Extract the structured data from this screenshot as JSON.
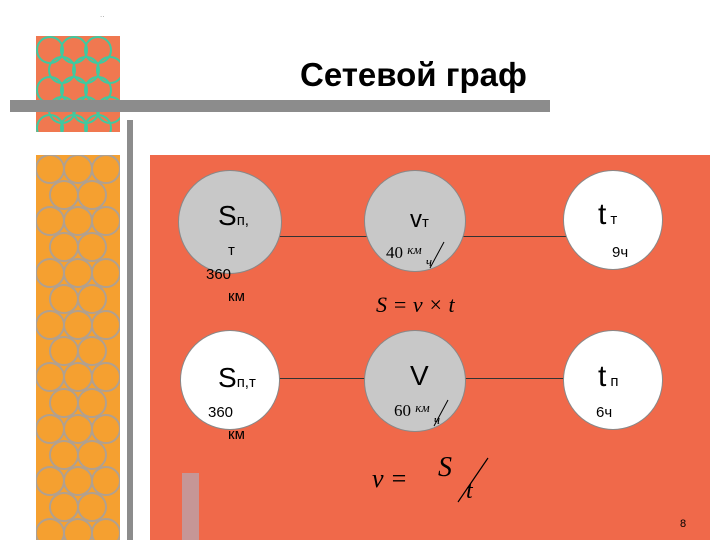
{
  "title": "Сетевой граф",
  "row1": {
    "node1_main": "S",
    "node1_sub": "п,",
    "node1_sub2": "т",
    "node1_value": "360",
    "node1_unit": "км",
    "node2_main": "v",
    "node2_sub": "т",
    "node2_value": "40",
    "node2_unit_num": "км",
    "node2_unit_den": "ч",
    "node3_main": "t",
    "node3_sub": "т",
    "node3_value": "9ч"
  },
  "formula1": "S = v × t",
  "row2": {
    "node1_main": "S",
    "node1_sub": "п,т",
    "node1_value": "360",
    "node1_unit": "км",
    "node2_main": "V",
    "node2_value": "60",
    "node2_unit_num": "км",
    "node2_unit_den": "ч",
    "node3_main": "t",
    "node3_sub": "п",
    "node3_value": "6ч"
  },
  "formula2_lhs": "v =",
  "formula2_num": "S",
  "formula2_den": "t",
  "page_number": "8",
  "colors": {
    "panel": "#f0694a",
    "left_deco": "#f5a030",
    "top_deco": "#f07850",
    "node_gray": "#c8c8c8",
    "node_white": "#ffffff",
    "divider": "#8c8c8c"
  }
}
